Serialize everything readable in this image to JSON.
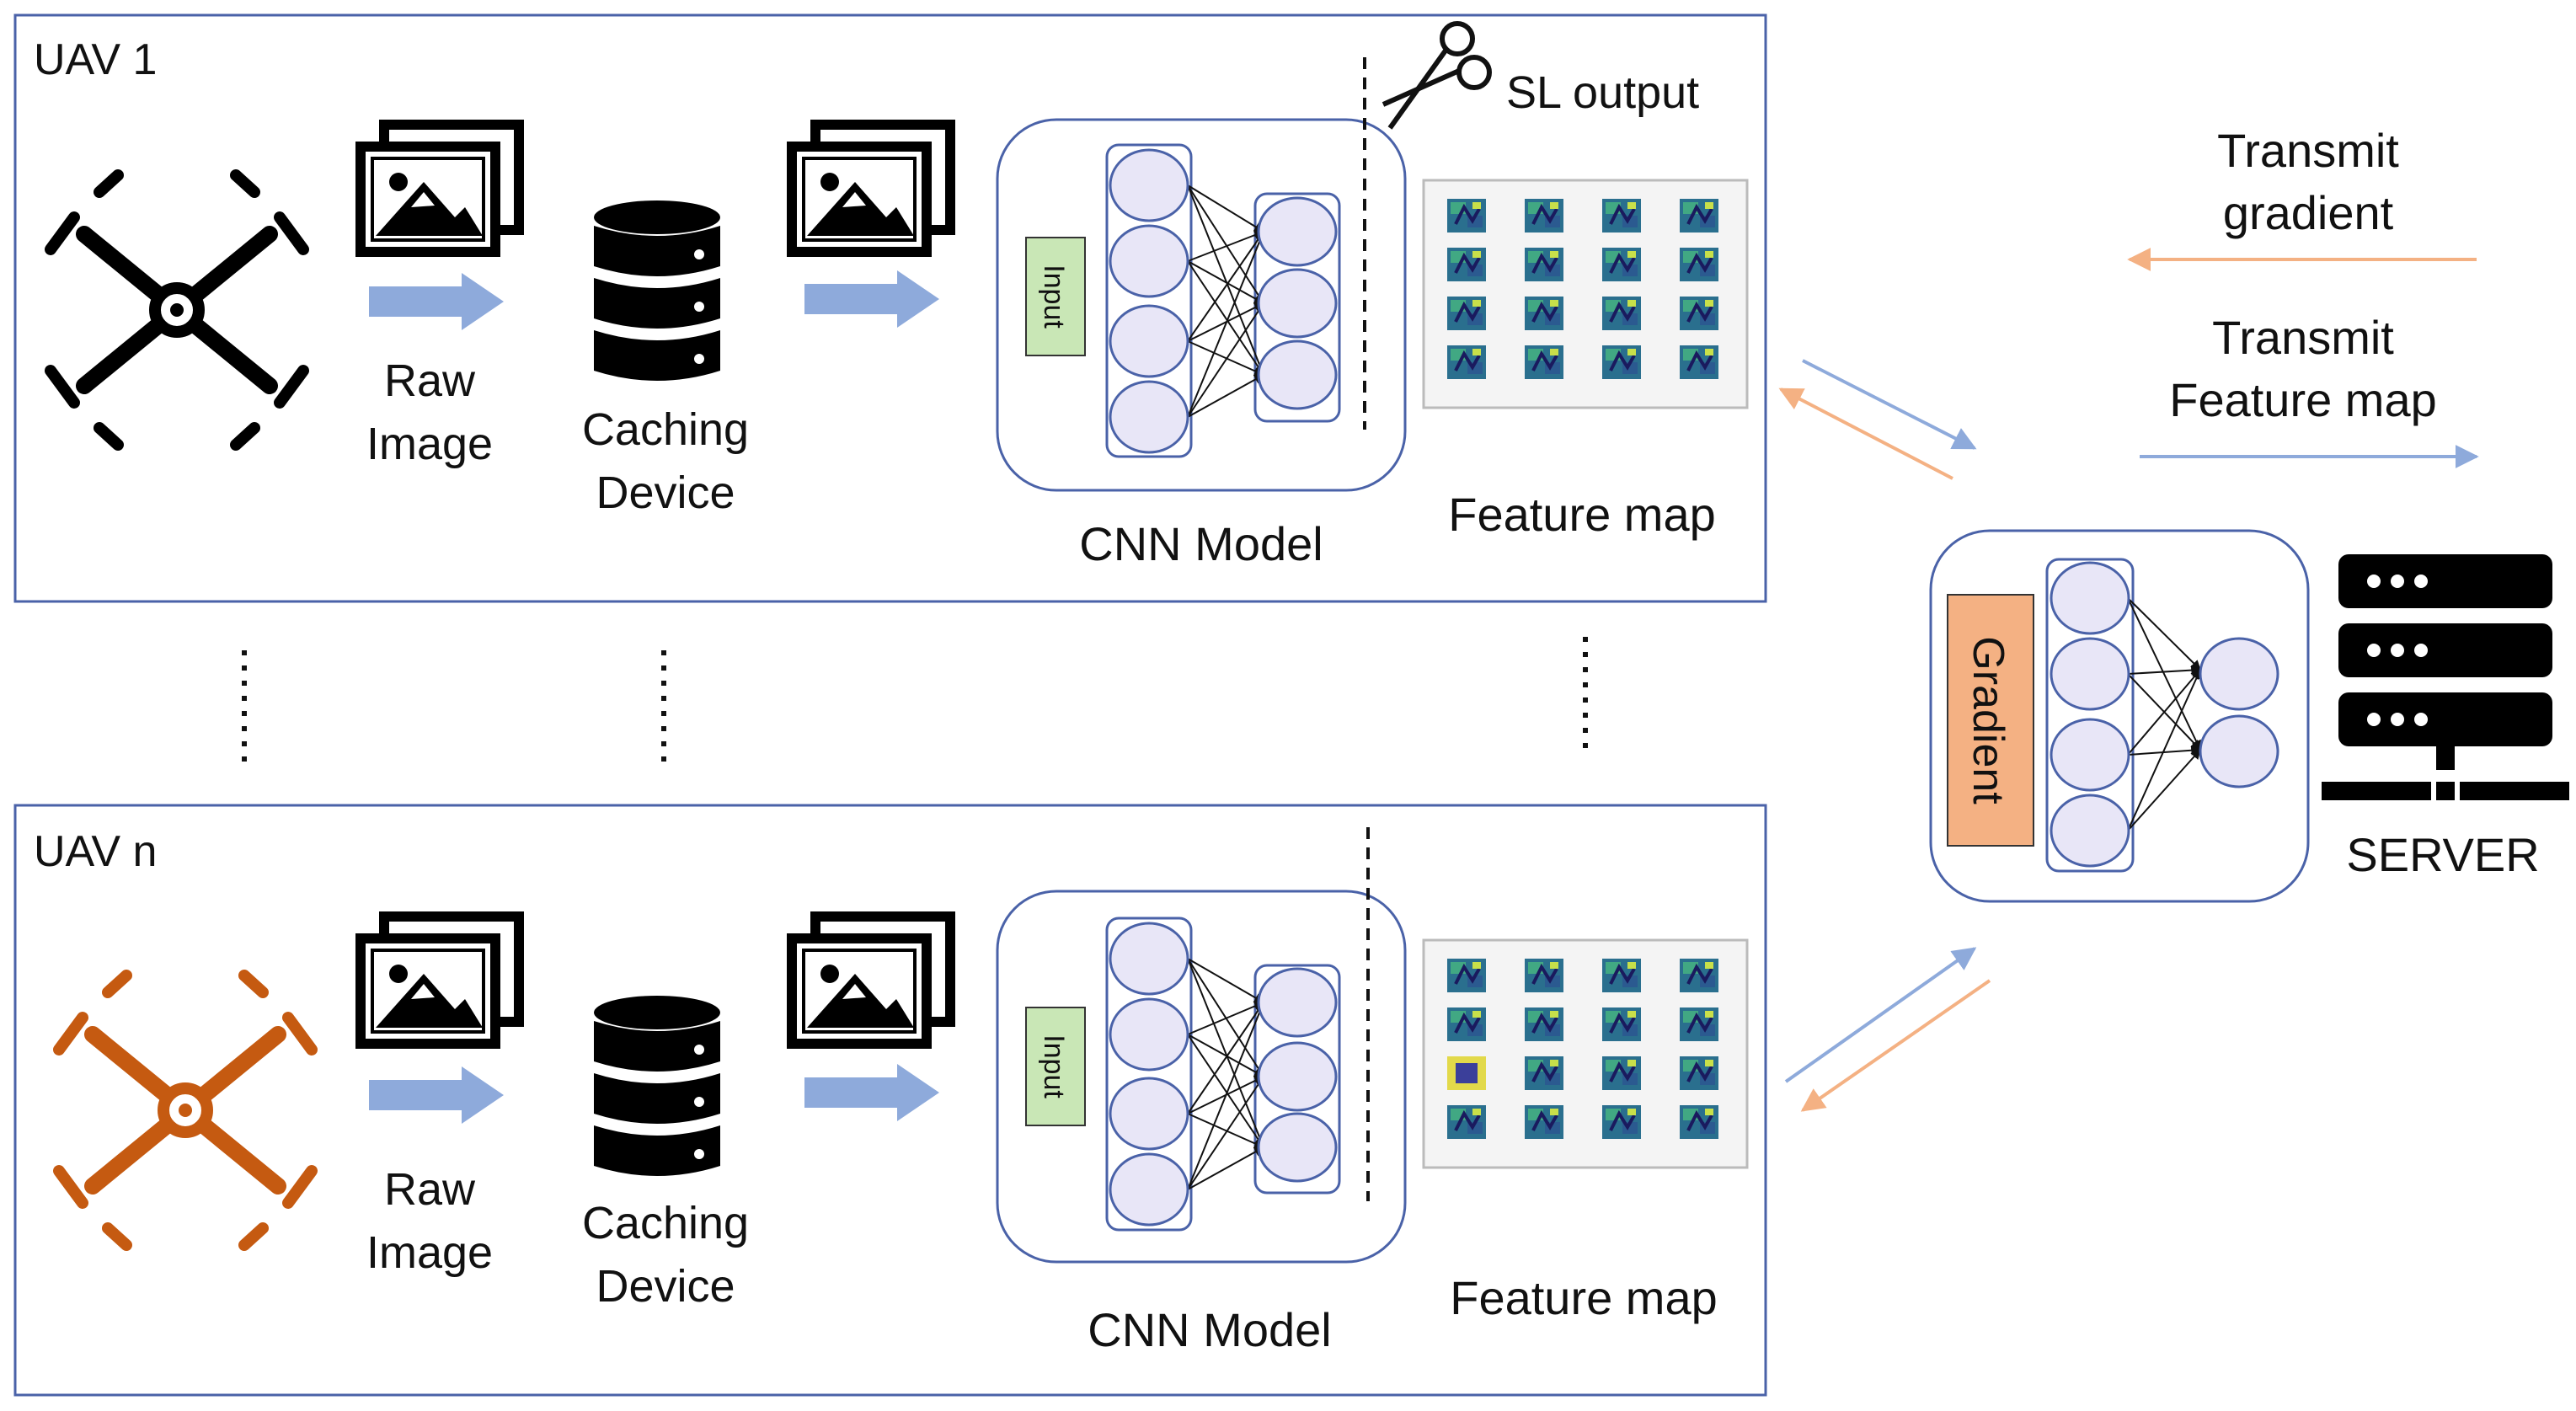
{
  "uav1": {
    "title": "UAV 1",
    "raw_image_line1": "Raw",
    "raw_image_line2": "Image",
    "caching_line1": "Caching",
    "caching_line2": "Device",
    "input_label": "Input",
    "cnn_label": "CNN Model",
    "feature_map_label": "Feature map",
    "sl_output_label": "SL output"
  },
  "uavn": {
    "title": "UAV n",
    "raw_image_line1": "Raw",
    "raw_image_line2": "Image",
    "caching_line1": "Caching",
    "caching_line2": "Device",
    "input_label": "Input",
    "cnn_label": "CNN Model",
    "feature_map_label": "Feature map"
  },
  "server": {
    "label": "SERVER",
    "gradient_label": "Gradient",
    "transmit_gradient_line1": "Transmit",
    "transmit_gradient_line2": "gradient",
    "transmit_feature_line1": "Transmit",
    "transmit_feature_line2": "Feature map"
  },
  "colors": {
    "frame": "#4a62a8",
    "flow_arrow": "#8eaadb",
    "gradient_arrow": "#f4b183",
    "gradient_box": "#f4b183",
    "input_box": "#c9e7b6",
    "neuron_fill": "#e8e6f7",
    "uav_n_drone": "#c55a11"
  },
  "icons": [
    "drone-icon",
    "image-stack-icon",
    "database-icon",
    "scissors-icon",
    "server-rack-icon"
  ]
}
